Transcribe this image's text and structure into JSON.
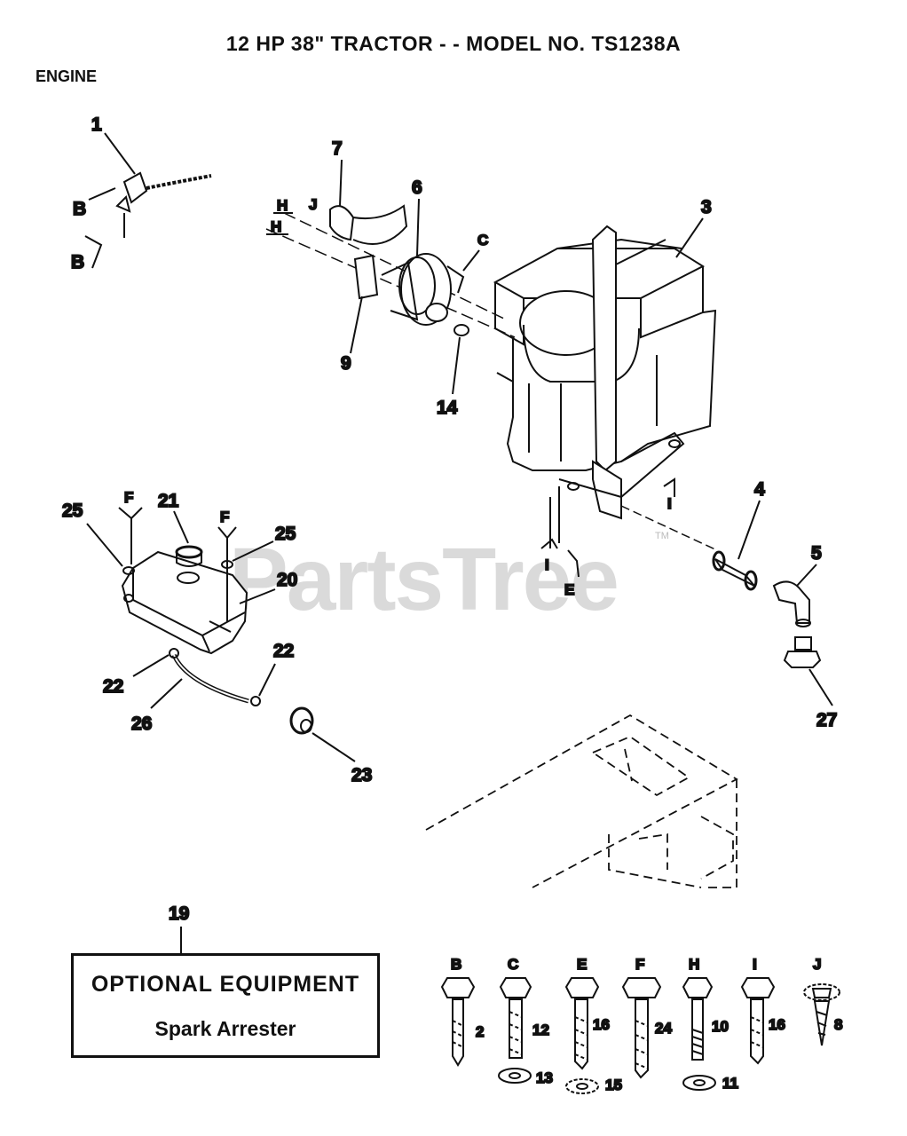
{
  "header": {
    "title": "12 HP 38\" TRACTOR - - MODEL NO.  TS1238A",
    "section": "ENGINE"
  },
  "watermark": {
    "text": "PartsTree",
    "tm": "TM"
  },
  "callouts": {
    "p1": "1",
    "p3": "3",
    "p4": "4",
    "p5": "5",
    "p6": "6",
    "p7": "7",
    "p9": "9",
    "p14": "14",
    "p19": "19",
    "p20": "20",
    "p21": "21",
    "p22a": "22",
    "p22b": "22",
    "p23": "23",
    "p25a": "25",
    "p25b": "25",
    "p26": "26",
    "p27": "27"
  },
  "refs": {
    "b1": "B",
    "b2": "B",
    "c": "C",
    "e": "E",
    "f1": "F",
    "f2": "F",
    "h1": "H",
    "h2": "H",
    "i1": "I",
    "i2": "I",
    "j": "J"
  },
  "optional": {
    "line1": "OPTIONAL EQUIPMENT",
    "line2": "Spark Arrester"
  },
  "hardware": [
    {
      "letter": "B",
      "num": "2"
    },
    {
      "letter": "C",
      "num": "12",
      "washer": "13"
    },
    {
      "letter": "E",
      "num": "16",
      "washer": "15"
    },
    {
      "letter": "F",
      "num": "24"
    },
    {
      "letter": "H",
      "num": "10",
      "washer": "11"
    },
    {
      "letter": "I",
      "num": "16"
    },
    {
      "letter": "J",
      "num": "8"
    }
  ]
}
